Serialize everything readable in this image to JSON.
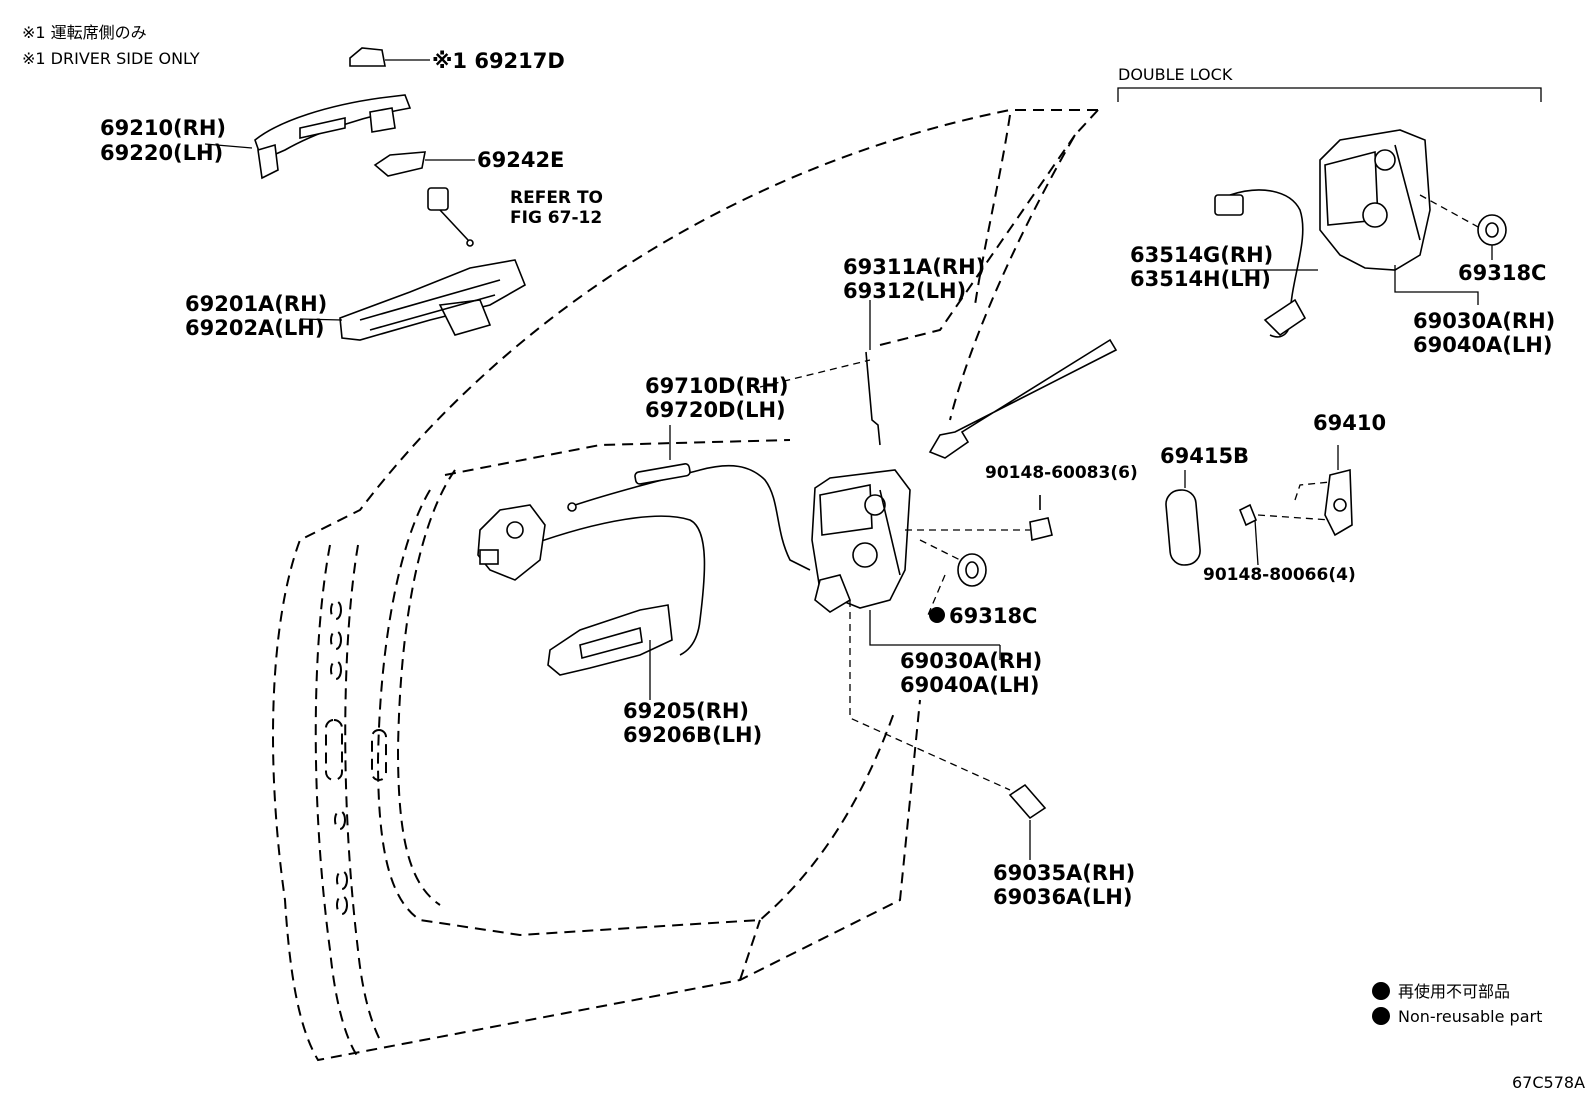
{
  "notes": {
    "note_jp": "※1  運転席側のみ",
    "note_en": "※1  DRIVER SIDE ONLY"
  },
  "labels": {
    "p69217D": "※1 69217D",
    "p69210": "69210(RH)",
    "p69220": "69220(LH)",
    "p69242E": "69242E",
    "refer1": "REFER TO",
    "refer2": "FIG 67-12",
    "p69201A": "69201A(RH)",
    "p69202A": "69202A(LH)",
    "p69311A": "69311A(RH)",
    "p69312": "69312(LH)",
    "p69710D": "69710D(RH)",
    "p69720D": "69720D(LH)",
    "p90148_60083": "90148-60083(6)",
    "p69318C_a": "69318C",
    "p69030A_a": "69030A(RH)",
    "p69040A_a": "69040A(LH)",
    "p69205": "69205(RH)",
    "p69206B": "69206B(LH)",
    "p69035A": "69035A(RH)",
    "p69036A": "69036A(LH)",
    "double_lock": "DOUBLE LOCK",
    "p63514G": "63514G(RH)",
    "p63514H": "63514H(LH)",
    "p69318C_b": "69318C",
    "p69030A_b": "69030A(RH)",
    "p69040A_b": "69040A(LH)",
    "p69415B": "69415B",
    "p69410": "69410",
    "p90148_80066": "90148-80066(4)"
  },
  "legend": {
    "jp": "再使用不可部品",
    "en": "Non-reusable part"
  },
  "figure_code": "67C578A"
}
